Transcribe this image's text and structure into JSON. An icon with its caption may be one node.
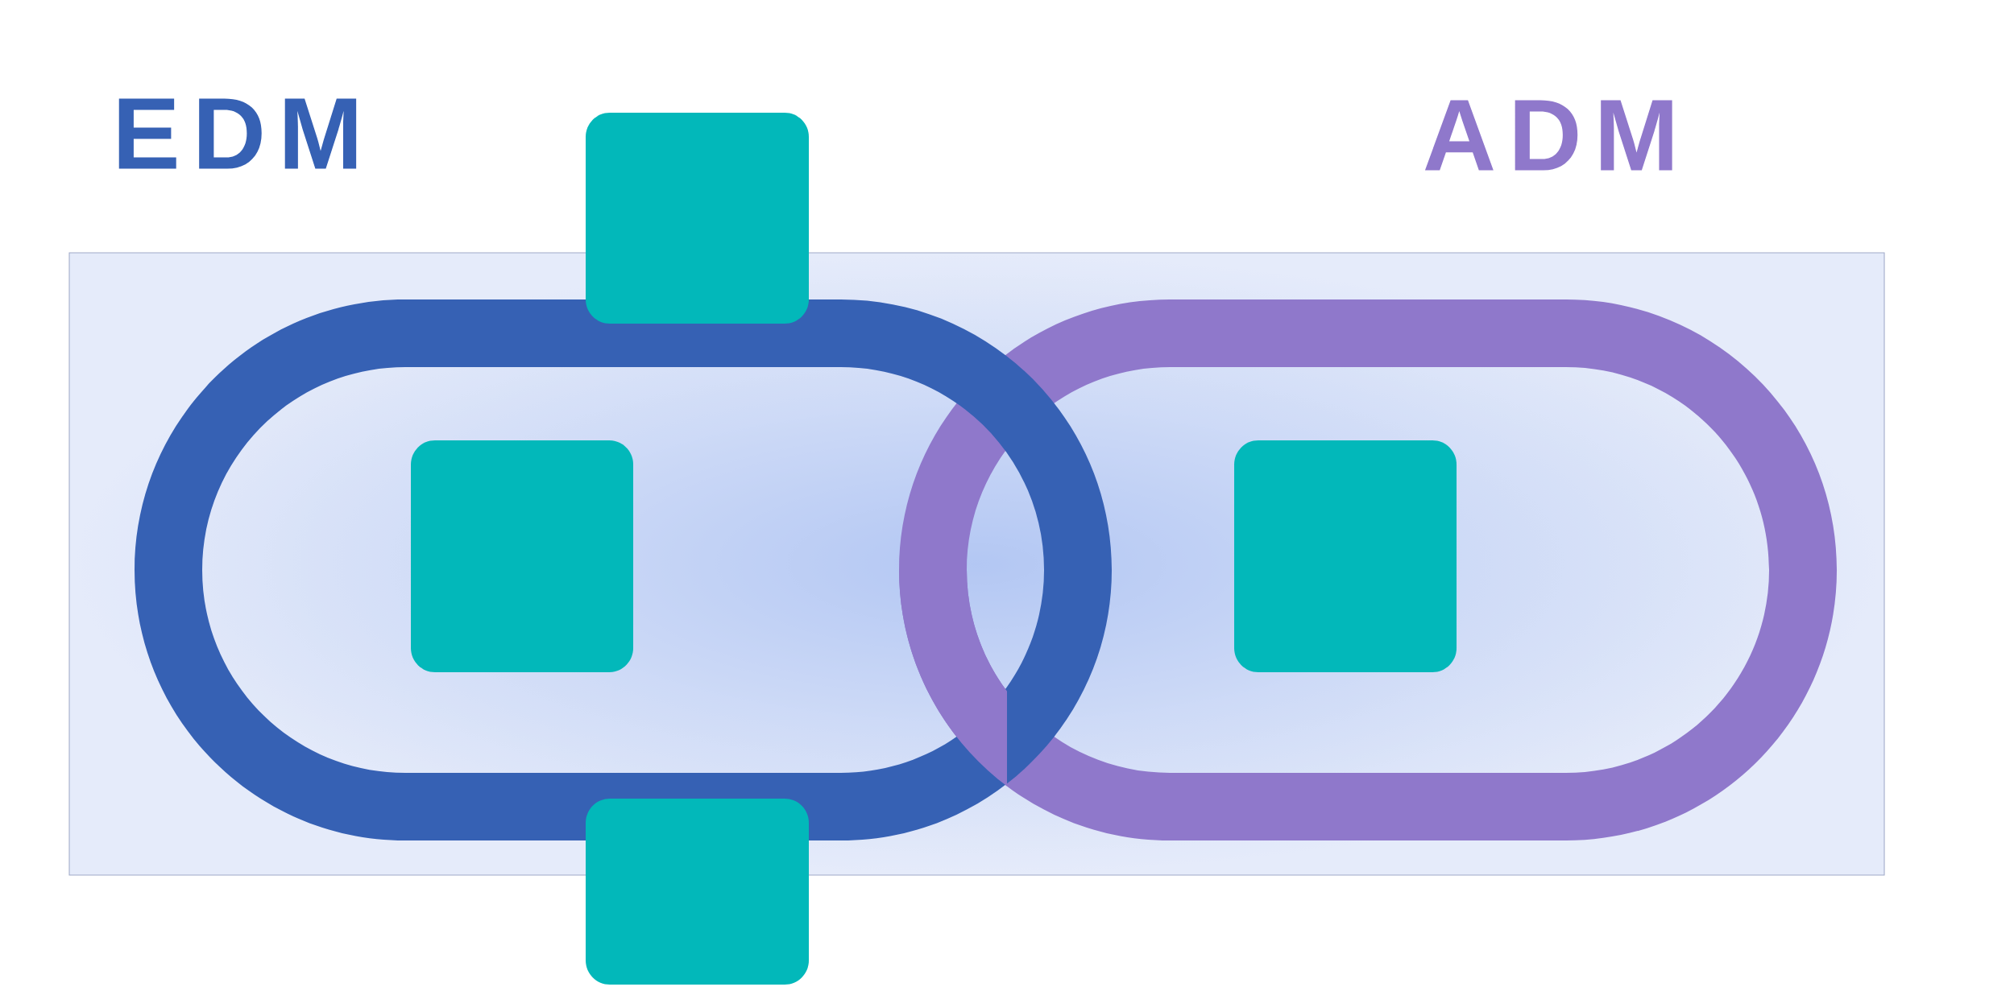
{
  "diagram": {
    "nodes": [
      {
        "text": [],
        "shape": "box"
      },
      {
        "text": [],
        "shape": "box"
      },
      {
        "text": [],
        "shape": "box"
      },
      {
        "text": [],
        "shape": "box"
      }
    ],
    "labels": [
      "EDM",
      "ADM"
    ]
  }
}
